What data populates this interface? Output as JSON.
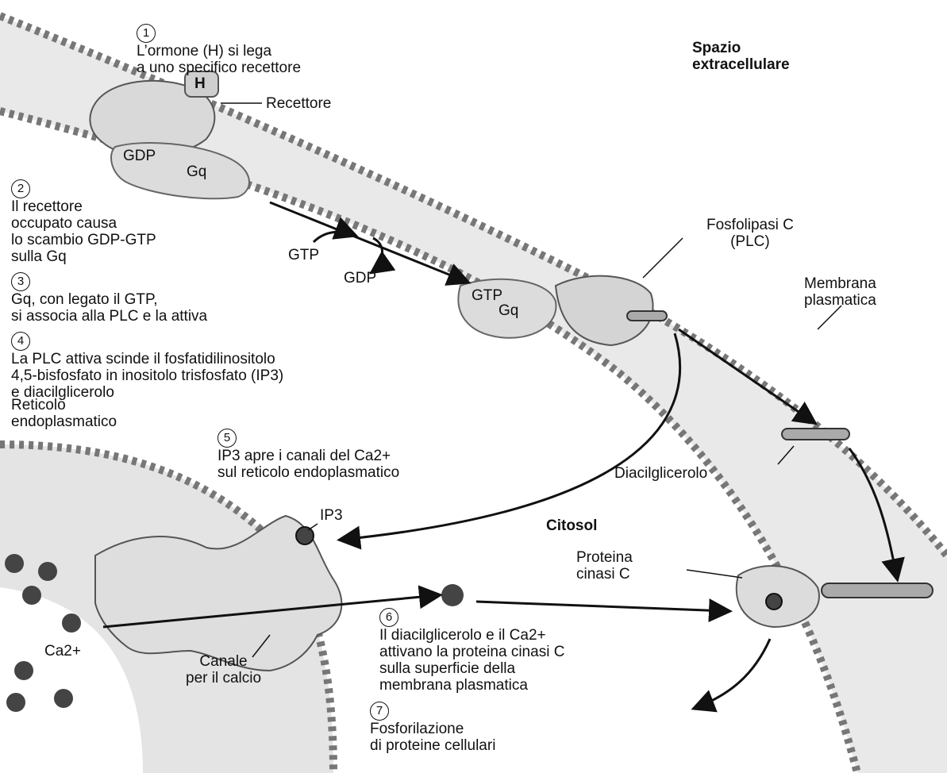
{
  "labels": {
    "step1": {
      "num": "1",
      "line1": "L’ormone (H) si lega",
      "line2": "a uno specifico recettore"
    },
    "extracellular": {
      "line1": "Spazio",
      "line2": "extracellulare"
    },
    "receptor": "Recettore",
    "hormone": "H",
    "gdp_top": "GDP",
    "gq_top": "Gq",
    "step2": {
      "num": "2",
      "line1": "Il recettore",
      "line2": "occupato causa",
      "line3": "lo scambio GDP-GTP",
      "line4": "sulla Gq"
    },
    "gtp_mid": "GTP",
    "gdp_mid": "GDP",
    "plc": {
      "line1": "Fosfolipasi C",
      "line2": "(PLC)"
    },
    "membrane": {
      "line1": "Membrana",
      "line2": "plasmatica"
    },
    "gtp_bound": "GTP",
    "gq_bound": "Gq",
    "step3": {
      "num": "3",
      "line1": "Gq, con legato il GTP,",
      "line2": "si associa alla PLC e la attiva"
    },
    "step4": {
      "num": "4",
      "line1": "La PLC attiva scinde il fosfatidilinositolo",
      "line2": "4,5-bisfosfato in inositolo trisfosfato (IP3)",
      "line3": "e diacilglicerolo"
    },
    "er": {
      "line1": "Reticolo",
      "line2": "endoplasmatico"
    },
    "step5": {
      "num": "5",
      "line1": "IP3 apre i canali del Ca2+",
      "line2": "sul reticolo endoplasmatico"
    },
    "dag": "Diacilglicerolo",
    "cytosol": "Citosol",
    "ip3": "IP3",
    "pkc": {
      "line1": "Proteina",
      "line2": "cinasi C"
    },
    "step6": {
      "num": "6",
      "line1": "Il diacilglicerolo e il Ca2+",
      "line2": "attivano la proteina cinasi C",
      "line3": "sulla superficie della",
      "line4": "membrana plasmatica"
    },
    "ca": "Ca2+",
    "channel": {
      "line1": "Canale",
      "line2": "per il calcio"
    },
    "step7": {
      "num": "7",
      "line1": "Fosforilazione",
      "line2": "di proteine cellulari"
    }
  }
}
